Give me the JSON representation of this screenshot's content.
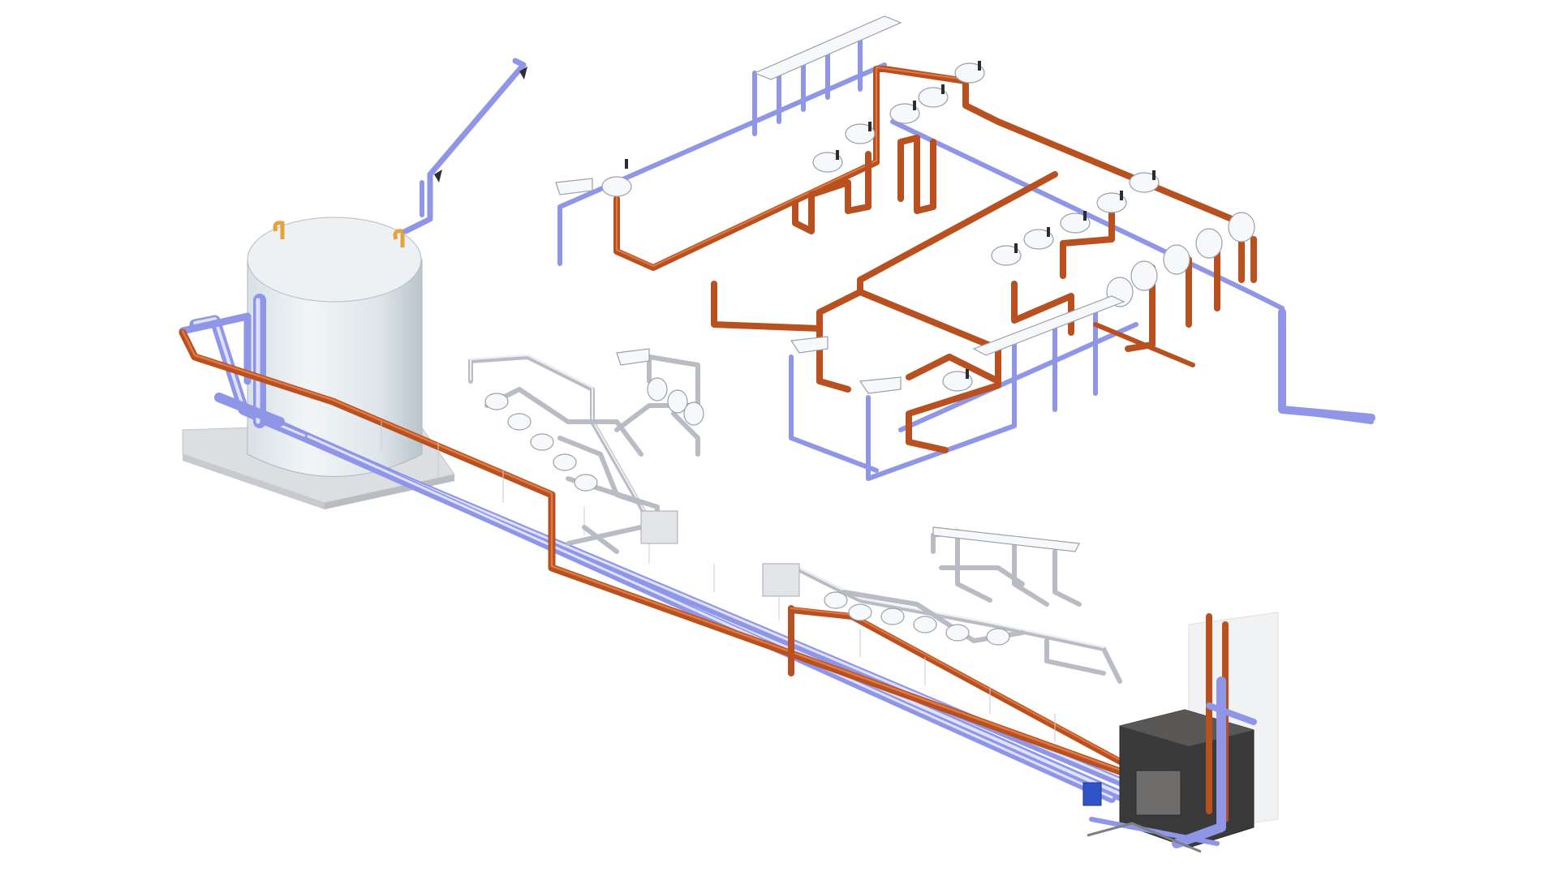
{
  "diagram": {
    "kind": "isometric plumbing / piping model",
    "colors": {
      "hot_water_pipe": "#b8501f",
      "cold_water_pipe": "#8f96e8",
      "waste_pipe": "#b9bcc4",
      "tank": "#e4eaee",
      "pump_skid": "#3b3a3a",
      "background": "#ffffff"
    },
    "components": [
      {
        "id": "storage-tank",
        "label": ""
      },
      {
        "id": "plant-room-unit",
        "label": ""
      },
      {
        "id": "washroom-block-upper",
        "label": ""
      },
      {
        "id": "washroom-block-mid",
        "label": ""
      },
      {
        "id": "washroom-block-lower",
        "label": ""
      },
      {
        "id": "roof-riser",
        "label": ""
      }
    ]
  }
}
